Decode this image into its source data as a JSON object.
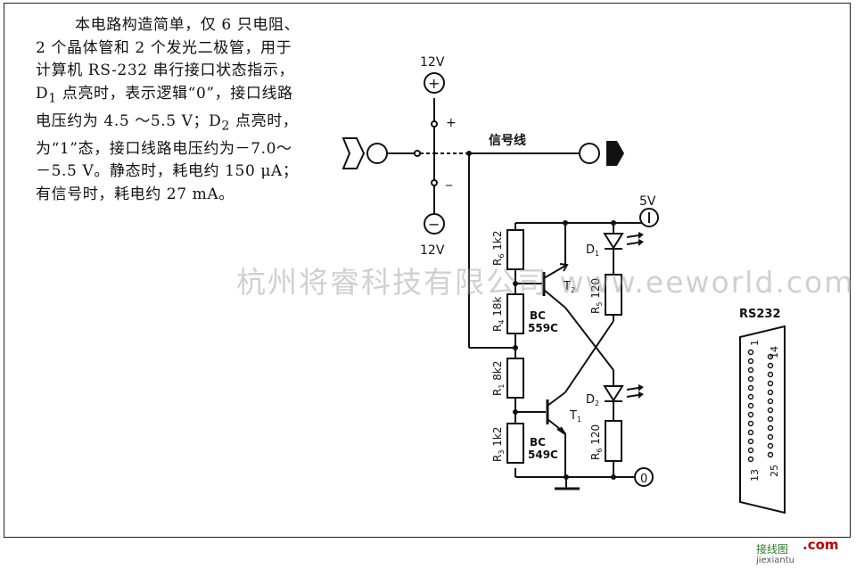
{
  "description": {
    "lines": [
      "本电路构造简单，仅 6 只电阻、2 个晶体管和 2 个发光二极管，用于计算机 RS-232 串行接口状态指示，D",
      "1",
      " 点亮时，表示逻辑“0”，接口线路电压约为 4.5 ～5.5 V；D",
      "2",
      " 点亮时，为“1”态，接口线路电压约为－7.0～－5.5 V。静态时，耗电约 150 μA；有信号时，耗电约 27 mA。"
    ]
  },
  "labels": {
    "v12_top": "12V",
    "v12_bottom": "12V",
    "plus": "+",
    "minus": "−",
    "plus_sign": "+",
    "minus_sign": "_",
    "signal_line": "信号线",
    "v5": "5V",
    "zero": "0",
    "R6": "R",
    "R6_sub": "6",
    "R6_val": "1k2",
    "R4": "R",
    "R4_sub": "4",
    "R4_val": "18k",
    "R1": "R",
    "R1_sub": "1",
    "R1_val": "8k2",
    "R3": "R",
    "R3_sub": "3",
    "R3_val": "1k2",
    "R5": "R",
    "R5_sub": "5",
    "R5_val": "120",
    "R2": "R",
    "R2_sub": "6",
    "R2_val": "120",
    "T2": "T",
    "T2_sub": "2",
    "T1": "T",
    "T1_sub": "1",
    "D1": "D",
    "D1_sub": "1",
    "D2": "D",
    "D2_sub": "2",
    "BC559C_a": "BC",
    "BC559C_b": "559C",
    "BC549C_a": "BC",
    "BC549C_b": "549C",
    "rs232": "RS232",
    "pin1": "1",
    "pin14": "14",
    "pin13": "13",
    "pin25": "25"
  },
  "watermark": "杭州将睿科技有限公司 www.eeworld.com.cn",
  "footer": {
    "site_cn": "接线图",
    "logo": ".com",
    "site_en": "jiexiantu"
  }
}
